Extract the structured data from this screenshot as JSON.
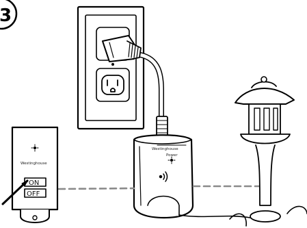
{
  "step_label": "3",
  "remote": {
    "brand_text": "Westinghouse",
    "on_label": "ON",
    "off_label": "OFF"
  },
  "receiver": {
    "brand_text": "Westinghouse",
    "power_label": "Power"
  },
  "colors": {
    "line": "#000000",
    "signal_dash": "#8a8a8a",
    "fill": "#ffffff"
  }
}
